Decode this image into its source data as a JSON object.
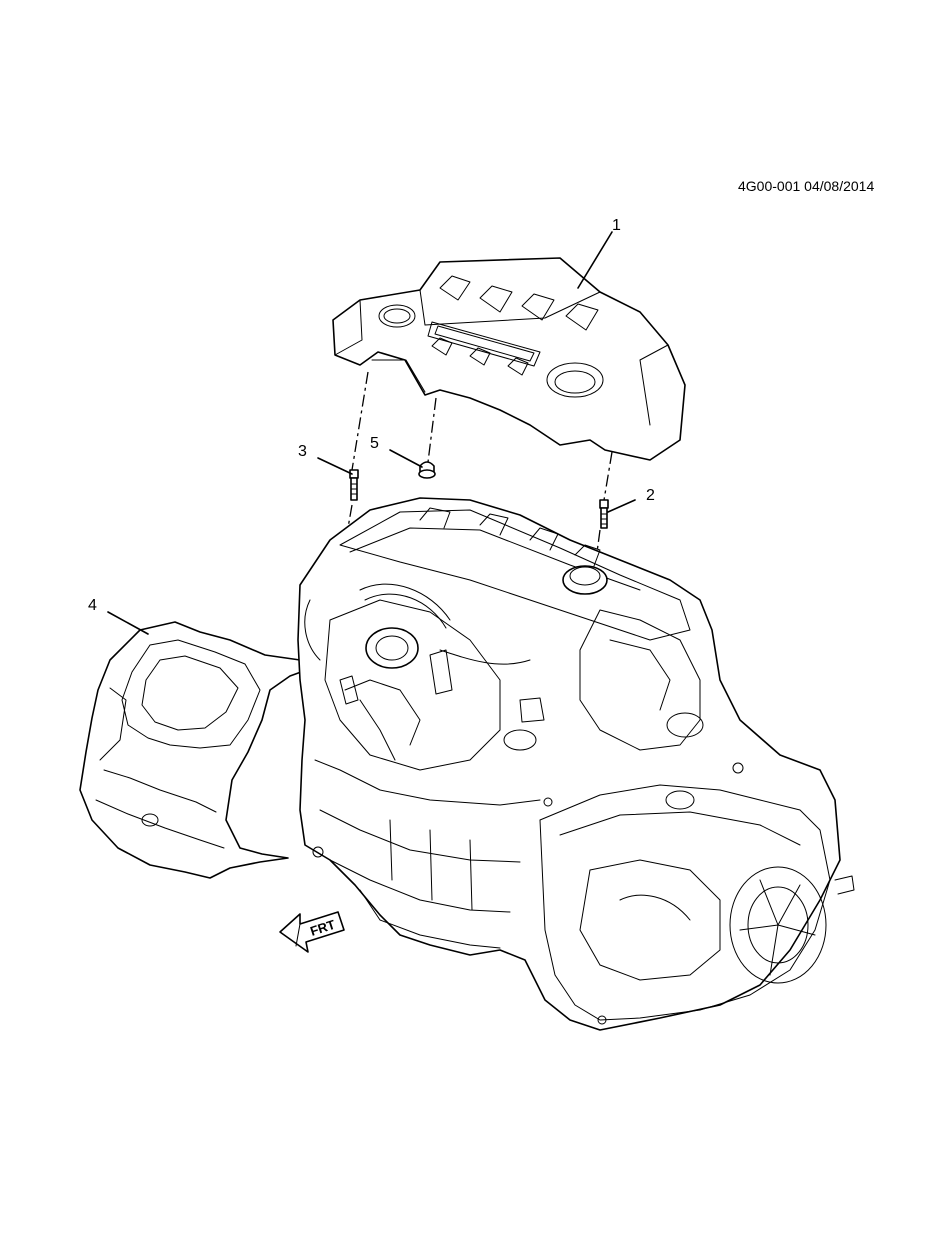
{
  "drawing_id": "4G00-001 04/08/2014",
  "callouts": [
    {
      "id": "1",
      "label": "1"
    },
    {
      "id": "2",
      "label": "2"
    },
    {
      "id": "3",
      "label": "3"
    },
    {
      "id": "4",
      "label": "4"
    },
    {
      "id": "5",
      "label": "5"
    }
  ],
  "orientation_arrow": {
    "label": "FRT"
  },
  "icons": [
    "engine-cover",
    "bolt",
    "cap-nut",
    "heat-shield",
    "engine-assembly",
    "transmission",
    "front-direction-arrow"
  ]
}
